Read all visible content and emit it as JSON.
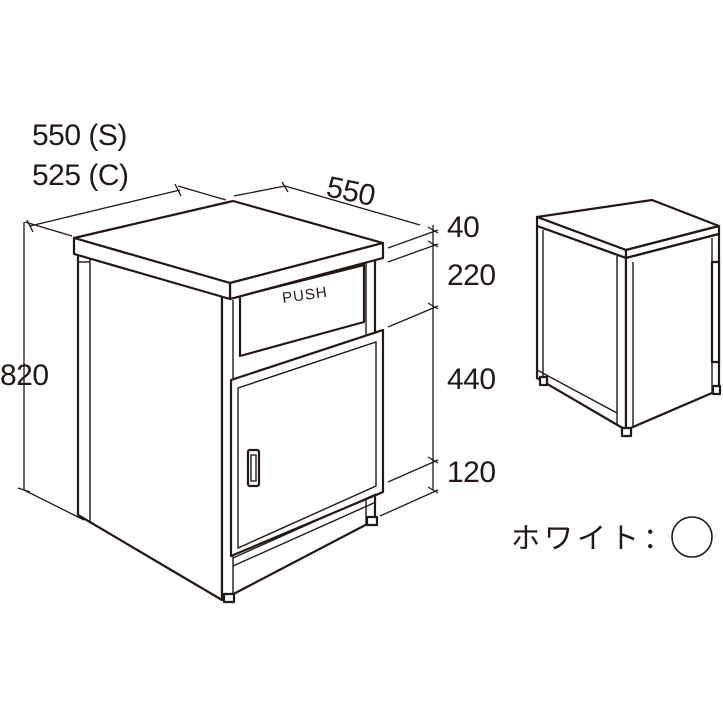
{
  "dimensions": {
    "width_s": "550 (S)",
    "width_c": "525 (C)",
    "depth": "550",
    "height": "820",
    "top_thickness": "40",
    "drawer_height": "220",
    "door_height": "440",
    "base_height": "120"
  },
  "drawer_label": "PUSH",
  "color": {
    "label": "ホワイト：",
    "swatch": "#ffffff"
  }
}
